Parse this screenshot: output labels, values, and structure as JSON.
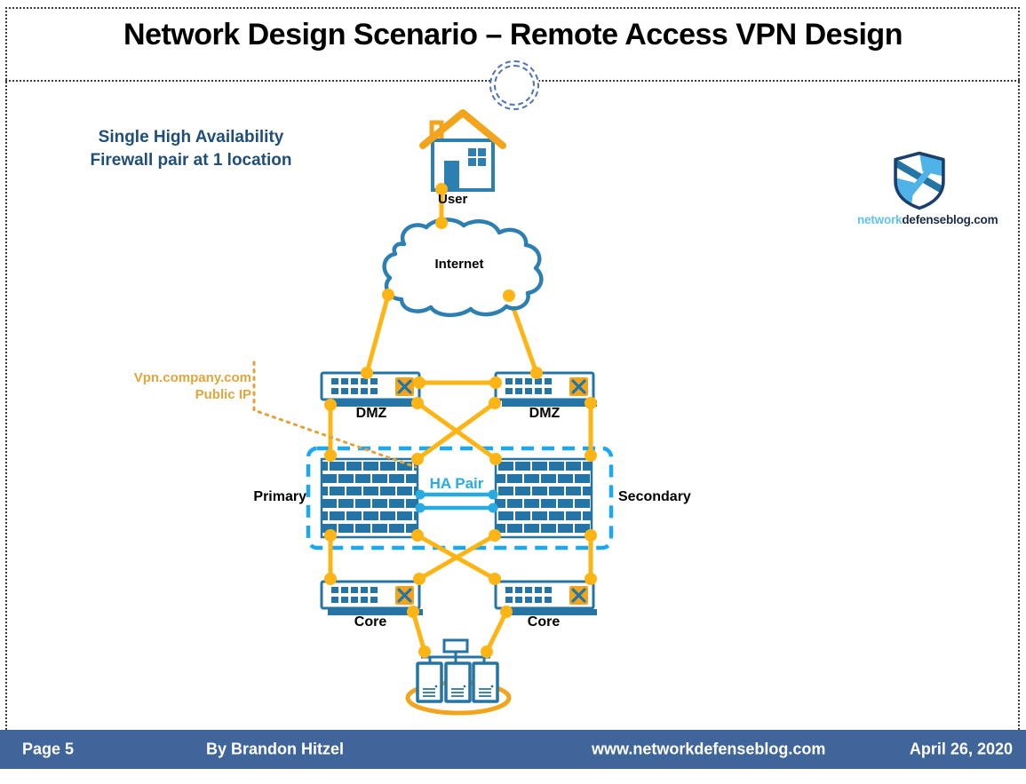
{
  "header": {
    "title": "Network Design Scenario – Remote Access VPN Design"
  },
  "annotation": {
    "line1": "Single High Availability",
    "line2": "Firewall pair at 1 location"
  },
  "logo": {
    "brand_light": "network",
    "brand_dark": "defenseblog.com"
  },
  "diagram": {
    "user_label": "User",
    "internet_label": "Internet",
    "dmz_left_label": "DMZ",
    "dmz_right_label": "DMZ",
    "vpn_callout": {
      "line1": "Vpn.company.com",
      "line2": "Public IP"
    },
    "primary_label": "Primary",
    "secondary_label": "Secondary",
    "ha_pair_label": "HA Pair",
    "core_left_label": "Core",
    "core_right_label": "Core",
    "icons": [
      "house-icon",
      "internet-cloud-icon",
      "switch-icon",
      "firewall-icon",
      "server-cluster-icon",
      "shield-logo-icon"
    ]
  },
  "footer": {
    "page_number": "Page 5",
    "author": "By Brandon Hitzel",
    "website": "www.networkdefenseblog.com",
    "date": "April 26, 2020"
  },
  "colors": {
    "link_yellow": "#FDB515",
    "device_blue": "#2474A5",
    "ha_cyan": "#29ABE2",
    "ha_zone_dash": "#1BA8F0",
    "note_navy": "#1F4E79",
    "callout_orange": "#DFA63C",
    "footer_bar": "#40659B",
    "logo_light_blue": "#62C4EA",
    "logo_navy": "#1B2A4B"
  }
}
